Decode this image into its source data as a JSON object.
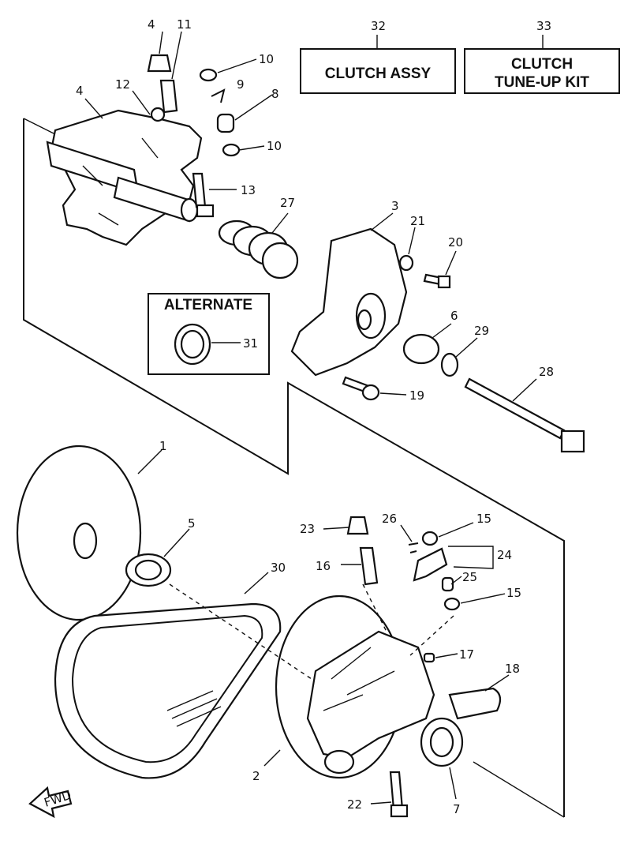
{
  "boxes": {
    "clutch_assy": {
      "number": "32",
      "line1": "CLUTCH ASSY"
    },
    "tune_up_kit": {
      "number": "33",
      "line1": "CLUTCH",
      "line2": "TUNE-UP KIT"
    },
    "alternate": {
      "title": "ALTERNATE",
      "number": "31"
    }
  },
  "callouts": {
    "c1": "1",
    "c2": "2",
    "c3": "3",
    "c4a": "4",
    "c4b": "4",
    "c5": "5",
    "c6": "6",
    "c7": "7",
    "c8": "8",
    "c9": "9",
    "c10a": "10",
    "c10b": "10",
    "c11": "11",
    "c12": "12",
    "c13": "13",
    "c15a": "15",
    "c15b": "15",
    "c16": "16",
    "c17": "17",
    "c18": "18",
    "c19": "19",
    "c20": "20",
    "c21": "21",
    "c22": "22",
    "c23": "23",
    "c24": "24",
    "c25": "25",
    "c26": "26",
    "c27": "27",
    "c28": "28",
    "c29": "29",
    "c30": "30"
  },
  "fwd_label": "FWD"
}
